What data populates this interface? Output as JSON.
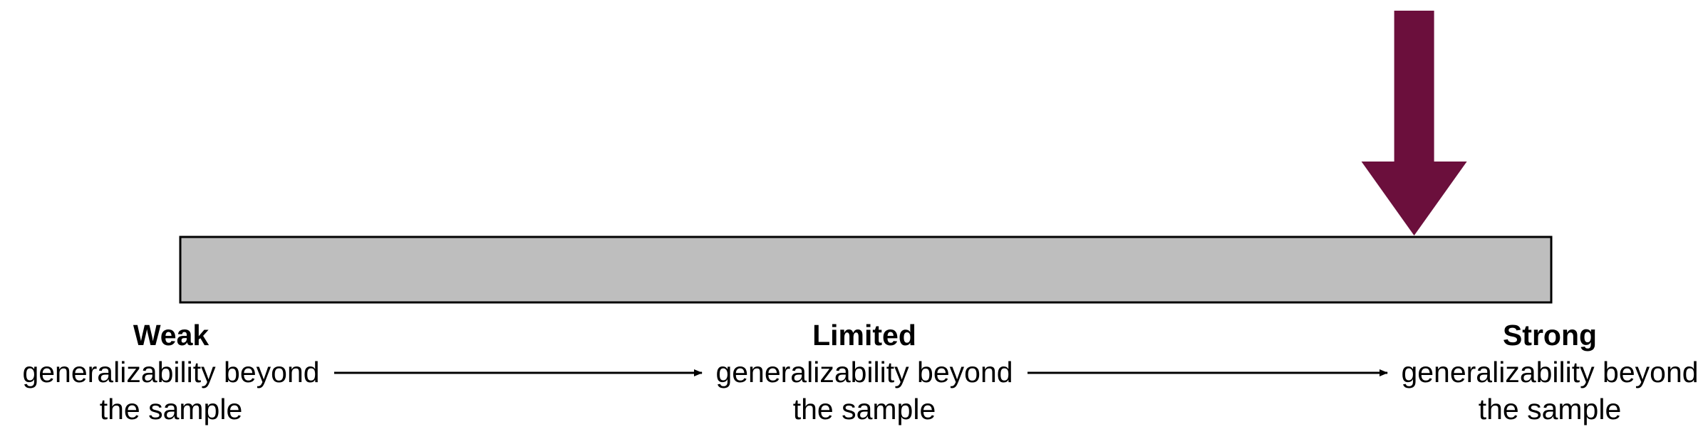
{
  "scale": {
    "points": [
      {
        "id": "weak",
        "title": "Weak",
        "line1": "generalizability beyond",
        "line2": "the sample"
      },
      {
        "id": "limited",
        "title": "Limited",
        "line1": "generalizability beyond",
        "line2": "the sample"
      },
      {
        "id": "strong",
        "title": "Strong",
        "line1": "generalizability beyond",
        "line2": "the sample"
      }
    ],
    "indicator_position": 0.9,
    "colors": {
      "bar_fill": "#bebebe",
      "bar_stroke": "#000000",
      "indicator": "#6b0f3c",
      "connector": "#000000"
    }
  }
}
